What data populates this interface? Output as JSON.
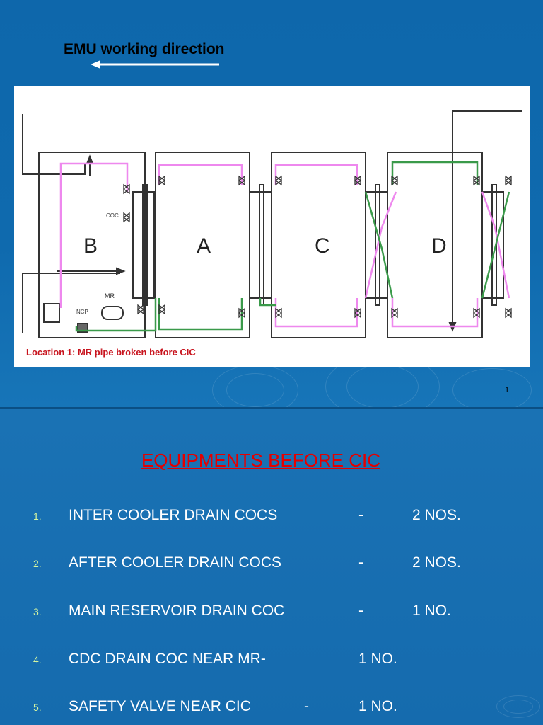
{
  "slide1": {
    "direction_label": "EMU working direction",
    "cars": [
      "B",
      "A",
      "C",
      "D"
    ],
    "labels": {
      "coc": "COC",
      "ncp": "NCP",
      "mr": "MR"
    },
    "location_caption": "Location 1:  MR pipe broken before CIC",
    "page_number": "1"
  },
  "slide2": {
    "heading": "EQUIPMENTS BEFORE CIC",
    "items": [
      {
        "num": "1.",
        "text": "INTER COOLER DRAIN COCS",
        "dash": "-",
        "qty": "2 NOS."
      },
      {
        "num": "2.",
        "text": "AFTER COOLER DRAIN COCS",
        "dash": "-",
        "qty": "2 NOS."
      },
      {
        "num": "3.",
        "text": "MAIN RESERVOIR DRAIN COC",
        "dash": "-",
        "qty": "1 NO."
      },
      {
        "num": "4.",
        "text": "CDC DRAIN COC NEAR MR-",
        "dash": "",
        "qty": "1 NO."
      },
      {
        "num": "5.",
        "text": "SAFETY VALVE NEAR CIC",
        "dash": "-",
        "qty": "1 NO."
      }
    ]
  },
  "colors": {
    "heading": "#e40000",
    "caption": "#c8141e",
    "pink_pipe": "#ee88ee",
    "green_pipe": "#3a9a4a"
  }
}
